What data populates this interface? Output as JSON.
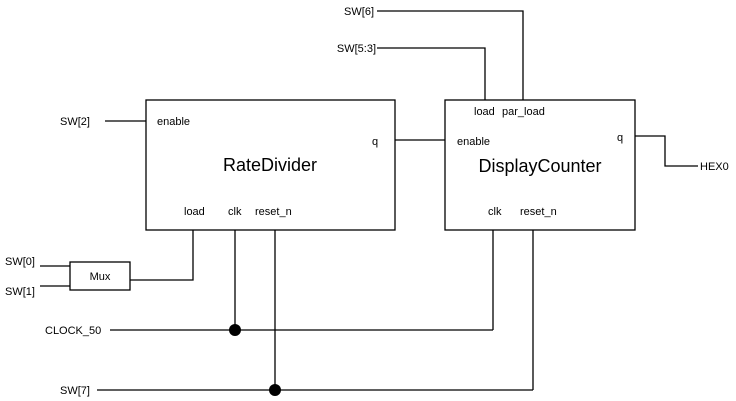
{
  "inputs": {
    "sw6": "SW[6]",
    "sw53": "SW[5:3]",
    "sw2": "SW[2]",
    "sw0": "SW[0]",
    "sw1": "SW[1]",
    "clock": "CLOCK_50",
    "sw7": "SW[7]"
  },
  "outputs": {
    "hex0": "HEX0"
  },
  "rate_divider": {
    "title": "RateDivider",
    "enable": "enable",
    "q": "q",
    "load": "load",
    "clk": "clk",
    "reset_n": "reset_n"
  },
  "display_counter": {
    "title": "DisplayCounter",
    "load": "load",
    "par_load": "par_load",
    "enable": "enable",
    "q": "q",
    "clk": "clk",
    "reset_n": "reset_n"
  },
  "mux": {
    "title": "Mux"
  }
}
